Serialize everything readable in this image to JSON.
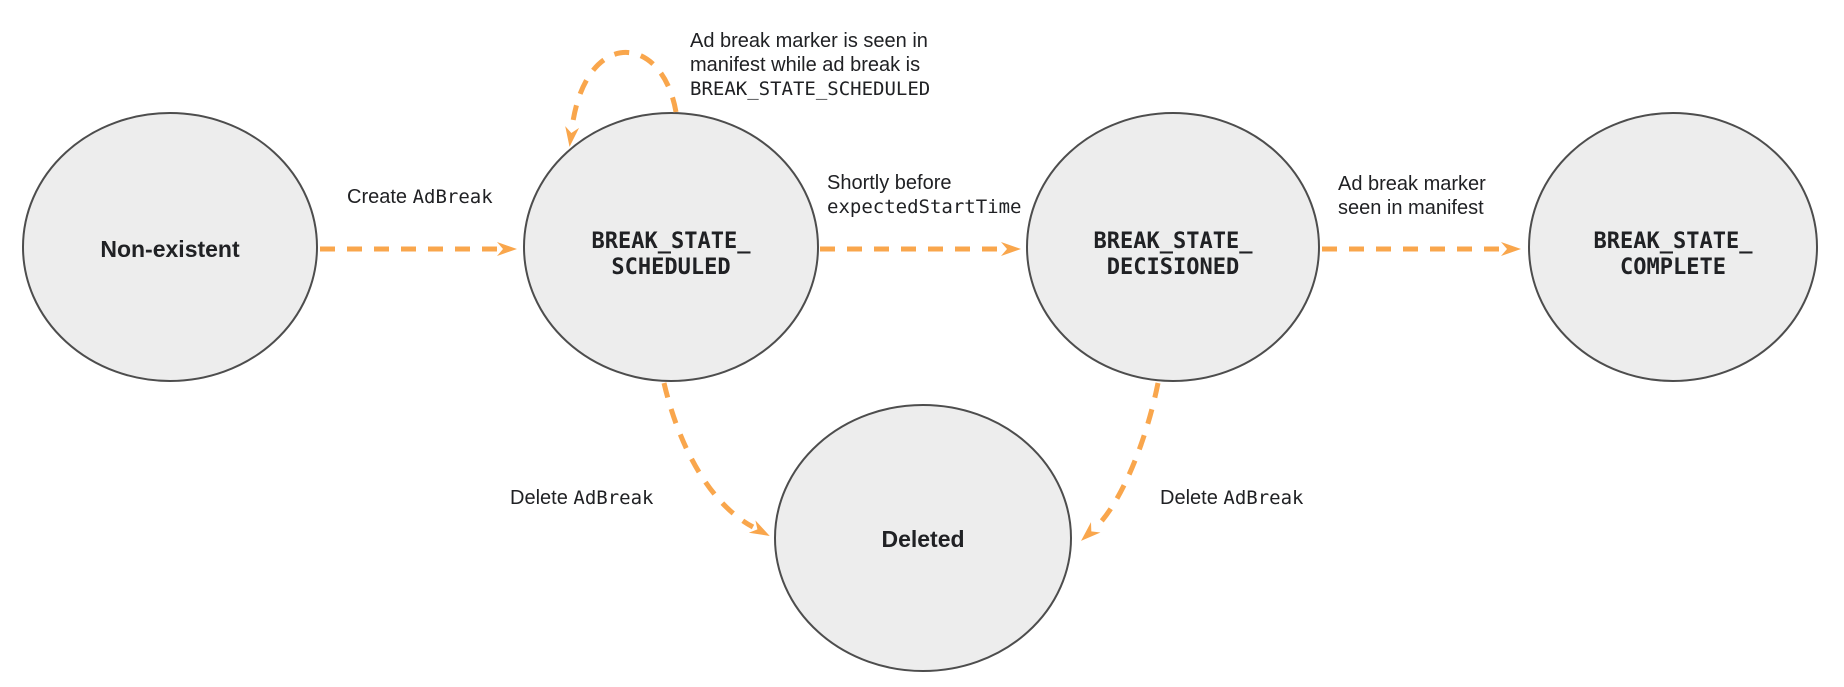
{
  "colors": {
    "arrow_orange": "#F9A64C",
    "node_fill": "#EDEDED",
    "node_border": "#4D4D4D",
    "text": "#202124",
    "background": "#FFFFFF"
  },
  "states": {
    "non_existent": {
      "label": "Non-existent"
    },
    "scheduled": {
      "line1": "BREAK_STATE_",
      "line2": "SCHEDULED"
    },
    "decisioned": {
      "line1": "BREAK_STATE_",
      "line2": "DECISIONED"
    },
    "complete": {
      "line1": "BREAK_STATE_",
      "line2": "COMPLETE"
    },
    "deleted": {
      "label": "Deleted"
    }
  },
  "transitions": {
    "create": {
      "prefix": "Create",
      "code": "AdBreak"
    },
    "self_loop": {
      "line1": "Ad break marker is seen in",
      "line2": "manifest while ad break is",
      "code": "BREAK_STATE_SCHEDULED"
    },
    "decision": {
      "line1": "Shortly before",
      "code": "expectedStartTime"
    },
    "complete": {
      "line1": "Ad break marker",
      "line2": "seen in manifest"
    },
    "delete_from_scheduled": {
      "prefix": "Delete",
      "code": "AdBreak"
    },
    "delete_from_decisioned": {
      "prefix": "Delete",
      "code": "AdBreak"
    }
  }
}
